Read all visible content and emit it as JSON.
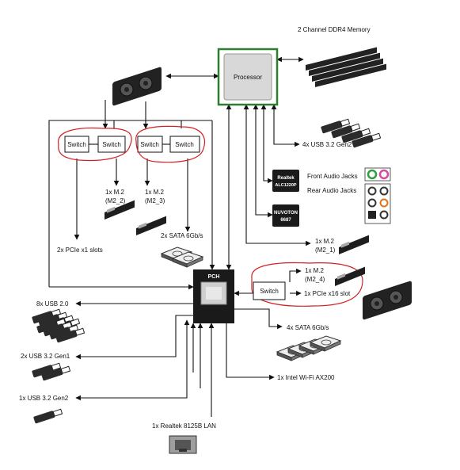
{
  "labels": {
    "memory": "2 Channel DDR4 Memory",
    "processor": "Processor",
    "usb32g2_cpu": "4x USB 3.2 Gen2",
    "front_audio": "Front Audio Jacks",
    "rear_audio": "Rear Audio Jacks",
    "realtek_chip_1": "Realtek",
    "realtek_chip_2": "ALC1220P",
    "nuvoton_1": "NUVOTON",
    "nuvoton_2": "6687",
    "m2_1_a": "1x M.2",
    "m2_1_b": "(M2_1)",
    "m2_2_a": "1x M.2",
    "m2_2_b": "(M2_2)",
    "m2_3_a": "1x M.2",
    "m2_3_b": "(M2_3)",
    "m2_4_a": "1x M.2",
    "m2_4_b": "(M2_4)",
    "pcie_x1": "2x PCIe x1 slots",
    "sata_left": "2x SATA 6Gb/s",
    "pch": "PCH",
    "switch_right": "Switch",
    "pcie_x16": "1x PCIe x16 slot",
    "usb20": "8x USB 2.0",
    "sata_right": "4x SATA 6Gb/s",
    "usb32g1": "2x USB 3.2 Gen1",
    "wifi": "1x Intel Wi-Fi AX200",
    "usb32g2_pch": "1x USB 3.2 Gen2",
    "lan": "1x Realtek 8125B LAN"
  },
  "switches": [
    "Switch",
    "Switch",
    "Switch",
    "Switch"
  ],
  "colors": {
    "highlight": "#d42020",
    "processor_border": "#2e7d32",
    "chip": "#1a1a1a",
    "jack_green": "#2e9e3e",
    "jack_pink": "#d64b9c",
    "jack_orange": "#e0721b"
  },
  "icons": [
    "graphics-card-icon",
    "memory-module-icon",
    "usb-drive-icon",
    "m2-ssd-icon",
    "sata-drive-icon",
    "audio-jack-icon",
    "ethernet-port-icon"
  ]
}
